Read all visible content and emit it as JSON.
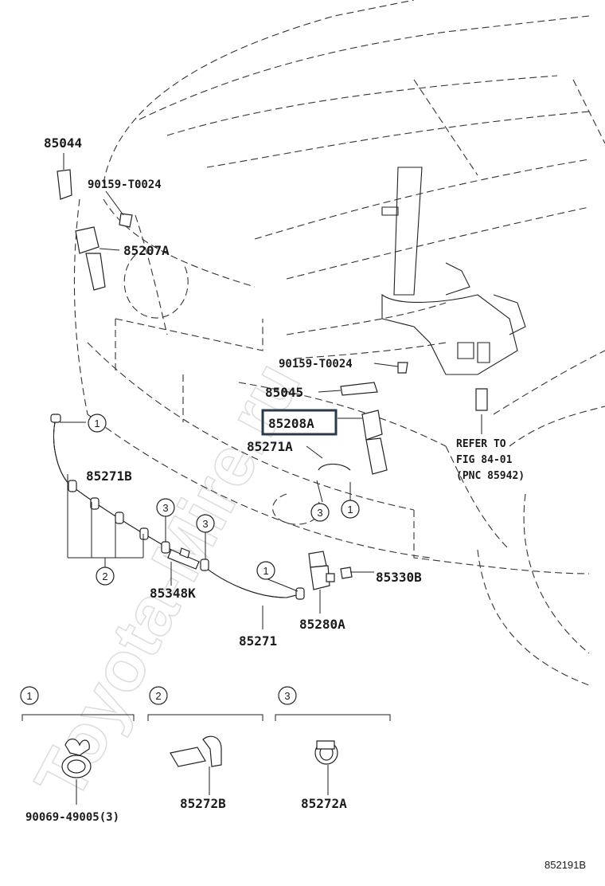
{
  "watermark": "Toyota-Mire.ru",
  "diagram_code": "852191B",
  "reference_note": [
    "REFER TO",
    "FIG 84-01",
    "(PNC 85942)"
  ],
  "part_labels": {
    "p85044": "85044",
    "p90159_top": "90159-T0024",
    "p85207A": "85207A",
    "p90159_mid": "90159-T0024",
    "p85045": "85045",
    "p85208A": "85208A",
    "p85271A": "85271A",
    "p85271B": "85271B",
    "p85348K": "85348K",
    "p85330B": "85330B",
    "p85280A": "85280A",
    "p85271": "85271"
  },
  "callouts": [
    "1",
    "2",
    "3"
  ],
  "legend": [
    {
      "marker": "1",
      "part_no": "90069-49005(3)"
    },
    {
      "marker": "2",
      "part_no": "85272B"
    },
    {
      "marker": "3",
      "part_no": "85272A"
    }
  ],
  "highlighted_part": "85208A"
}
